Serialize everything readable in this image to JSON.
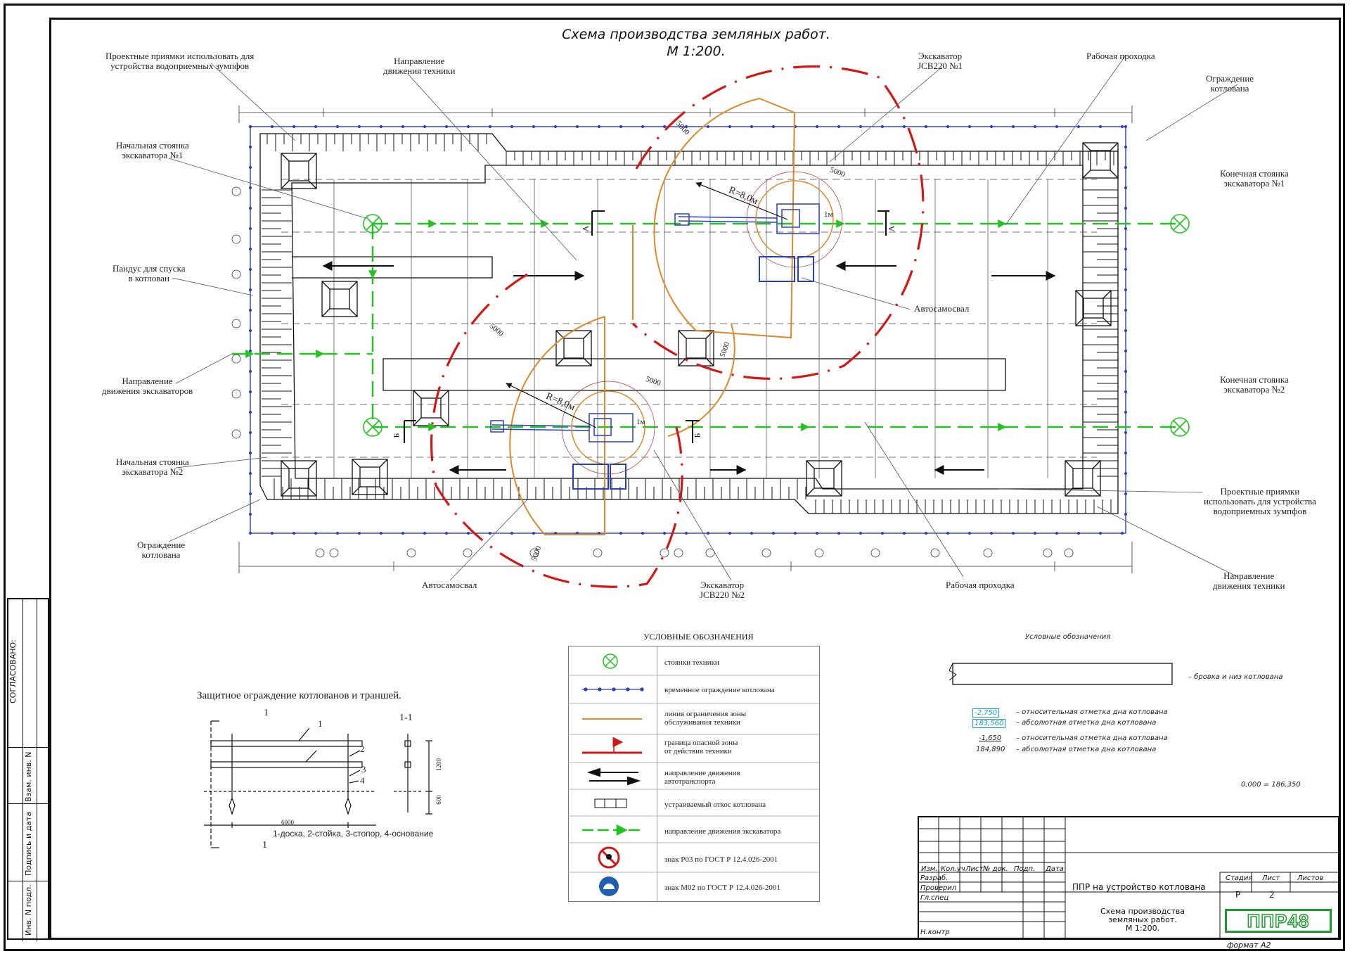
{
  "drawing": {
    "title": "Схема производства земляных работ.",
    "scale": "М 1:200.",
    "callouts": [
      {
        "id": "sumps-top",
        "text": "Проектные приямки использовать для\nустройства водоприемных зумпфов"
      },
      {
        "id": "dir-machines-top",
        "text": "Направление\nдвижения техники"
      },
      {
        "id": "exc1",
        "text": "Экскаватор\nJCB220 №1"
      },
      {
        "id": "work-pass-top",
        "text": "Рабочая проходка"
      },
      {
        "id": "fence-top",
        "text": "Ограждение\nкотлована"
      },
      {
        "id": "start-exc1",
        "text": "Начальная стоянка\nэкскаватора №1"
      },
      {
        "id": "end-exc1",
        "text": "Конечная стоянка\nэкскаватора №1"
      },
      {
        "id": "ramp",
        "text": "Пандус для спуска\nв котлован"
      },
      {
        "id": "dumptruck-right",
        "text": "Автосамосвал"
      },
      {
        "id": "dir-exc",
        "text": "Направление\nдвижения экскаваторов"
      },
      {
        "id": "end-exc2",
        "text": "Конечная стоянка\nэкскаватора №2"
      },
      {
        "id": "start-exc2",
        "text": "Начальная стоянка\nэкскаватора №2"
      },
      {
        "id": "sumps-right",
        "text": "Проектные приямки\nиспользовать для устройства\nводоприемных зумпфов"
      },
      {
        "id": "fence-left",
        "text": "Ограждение\nкотлована"
      },
      {
        "id": "dumptruck-bottom",
        "text": "Автосамосвал"
      },
      {
        "id": "exc2",
        "text": "Экскаватор\nJCB220 №2"
      },
      {
        "id": "work-pass-bottom",
        "text": "Рабочая проходка"
      },
      {
        "id": "dir-machines-right",
        "text": "Направление\nдвижения техники"
      }
    ],
    "radius_labels": [
      "R=8,0м",
      "R=8,0м"
    ],
    "zone_labels": [
      "5000",
      "5000",
      "5000",
      "5000",
      "5000",
      "5000"
    ],
    "section_marks": [
      "А",
      "А",
      "Б",
      "Б"
    ],
    "one_m": [
      "1м",
      "1м"
    ]
  },
  "legend": {
    "title": "УСЛОВНЫЕ ОБОЗНАЧЕНИЯ",
    "items": [
      {
        "icon": "parking-icon",
        "text": "стоянки техники"
      },
      {
        "icon": "temp-fence-icon",
        "text": "временное ограждение котлована"
      },
      {
        "icon": "service-zone-line-icon",
        "text": "линия ограничения зоны\nобслуживания техники"
      },
      {
        "icon": "danger-zone-icon",
        "text": "граница опасной зоны\nот действия техники"
      },
      {
        "icon": "truck-direction-icon",
        "text": "направление движения\nавтотранспорта"
      },
      {
        "icon": "slope-icon",
        "text": "устраиваемый откос котлована"
      },
      {
        "icon": "excavator-direction-icon",
        "text": "направление движения экскаватора"
      },
      {
        "icon": "sign-p03-icon",
        "text": "знак Р03 по ГОСТ Р 12.4.026-2001"
      },
      {
        "icon": "sign-m02-icon",
        "text": "знак М02 по ГОСТ Р 12.4.026-2001"
      }
    ]
  },
  "legend2": {
    "title": "Условные обозначения",
    "edge": "– бровка и низ котлована",
    "rel1": "-2,750",
    "abs1": "183,560",
    "rel1_text": "– относительная отметка дна котлована",
    "abs1_text": "– абсолютная отметка дна котлована",
    "rel2": "-1,650",
    "abs2": "184,890",
    "rel2_text": "– относительная отметка дна котлована",
    "abs2_text": "– абсолютная отметка дна котлована",
    "zero": "0,000 = 186,350"
  },
  "fence_detail": {
    "title": "Защитное ограждение котлованов и траншей.",
    "section": "1-1",
    "mark": "1",
    "parts": [
      "1",
      "2",
      "3",
      "4"
    ],
    "dim_h": "1200",
    "dim_d": "600",
    "dim_w": "6000",
    "caption": "1-доска, 2-стойка, 3-стопор, 4-основание"
  },
  "side_stamp": {
    "agreed": "СОГЛАСОВАНО:",
    "cols": [
      "Инв. N подл.",
      "Подпись и дата",
      "Взам. инв. N"
    ]
  },
  "title_block": {
    "headers": [
      "Изм.",
      "Кол.уч",
      "Лист",
      "№ док.",
      "Подп.",
      "Дата"
    ],
    "roles": [
      "Разраб.",
      "Проверил",
      "Гл.спец",
      "Н.контр"
    ],
    "project": "ППР на устройство котлована",
    "sheet_title": "Схема производства\nземляных работ.\nМ 1:200.",
    "stage_h": "Стадия",
    "sheet_h": "Лист",
    "sheets_h": "Листов",
    "stage": "Р",
    "sheet": "2",
    "sheets": "",
    "logo": "ППР48",
    "format": "формат А2"
  },
  "colors": {
    "danger": "#d01818",
    "service": "#d98a2a",
    "excavator_path": "#22c422",
    "fence": "#2a3fbf",
    "logo": "#1f9a2e"
  }
}
